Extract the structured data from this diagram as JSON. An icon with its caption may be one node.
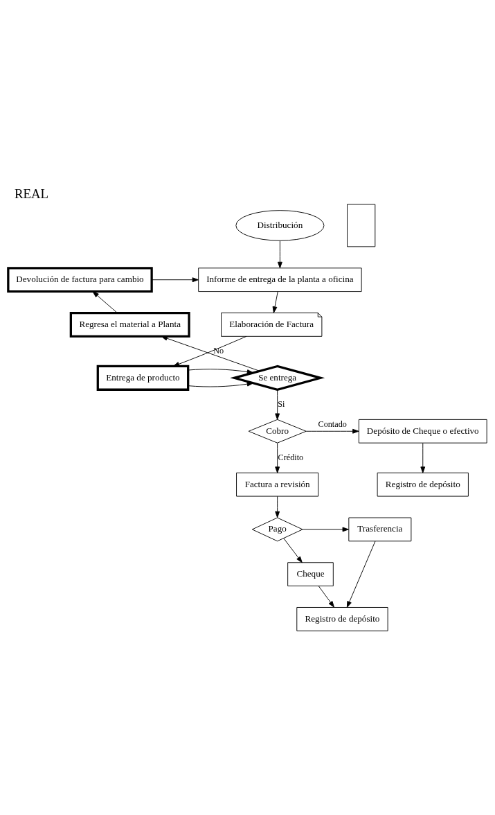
{
  "diagram": {
    "title": "REAL",
    "nodes": [
      {
        "text": [
          "Distribución"
        ]
      },
      {
        "text": [
          "Devolución de factura para cambio"
        ]
      },
      {
        "text": [
          "Informe de entrega de la planta a oficina"
        ]
      },
      {
        "text": [
          "Regresa el material a Planta"
        ]
      },
      {
        "text": [
          "Elaboración de Factura"
        ]
      },
      {
        "text": [
          "Se entrega"
        ]
      },
      {
        "text": [
          "Entrega de producto"
        ]
      },
      {
        "text": [
          "Cobro"
        ]
      },
      {
        "text": [
          "Depósito de Cheque o efectivo"
        ]
      },
      {
        "text": [
          "Factura a revisión"
        ]
      },
      {
        "text": [
          "Registro de depósito"
        ]
      },
      {
        "text": [],
        "shape": "box"
      },
      {
        "text": [
          "Pago"
        ]
      },
      {
        "text": [
          "Trasferencia"
        ]
      },
      {
        "text": [
          "Cheque"
        ]
      },
      {
        "text": [
          "Registro de depósito"
        ]
      }
    ],
    "edges": [
      {
        "from": 0,
        "to": 2,
        "arrow": "to"
      },
      {
        "from": 1,
        "to": 2,
        "arrow": "to"
      },
      {
        "from": 3,
        "to": 1,
        "arrow": "to"
      },
      {
        "from": 5,
        "to": 3,
        "arrow": "to",
        "label": "No"
      },
      {
        "from": 2,
        "to": 4,
        "arrow": "to"
      },
      {
        "from": 4,
        "to": 6,
        "arrow": "to"
      },
      {
        "from": 6,
        "to": 5,
        "arrow": "to"
      },
      {
        "from": 6,
        "to": 5,
        "arrow": "to"
      },
      {
        "from": 5,
        "to": 7,
        "arrow": "to",
        "label": "Si"
      },
      {
        "from": 7,
        "to": 8,
        "arrow": "to",
        "label": "Contado"
      },
      {
        "from": 8,
        "to": 10,
        "arrow": "to"
      },
      {
        "from": 7,
        "to": 9,
        "arrow": "to",
        "label": "Crédito"
      },
      {
        "from": 9,
        "to": 12,
        "arrow": "to"
      },
      {
        "from": 12,
        "to": 13,
        "arrow": "to"
      },
      {
        "from": 12,
        "to": 14,
        "arrow": "to"
      },
      {
        "from": 13,
        "to": 15,
        "arrow": "to"
      },
      {
        "from": 14,
        "to": 15,
        "arrow": "to"
      }
    ]
  }
}
